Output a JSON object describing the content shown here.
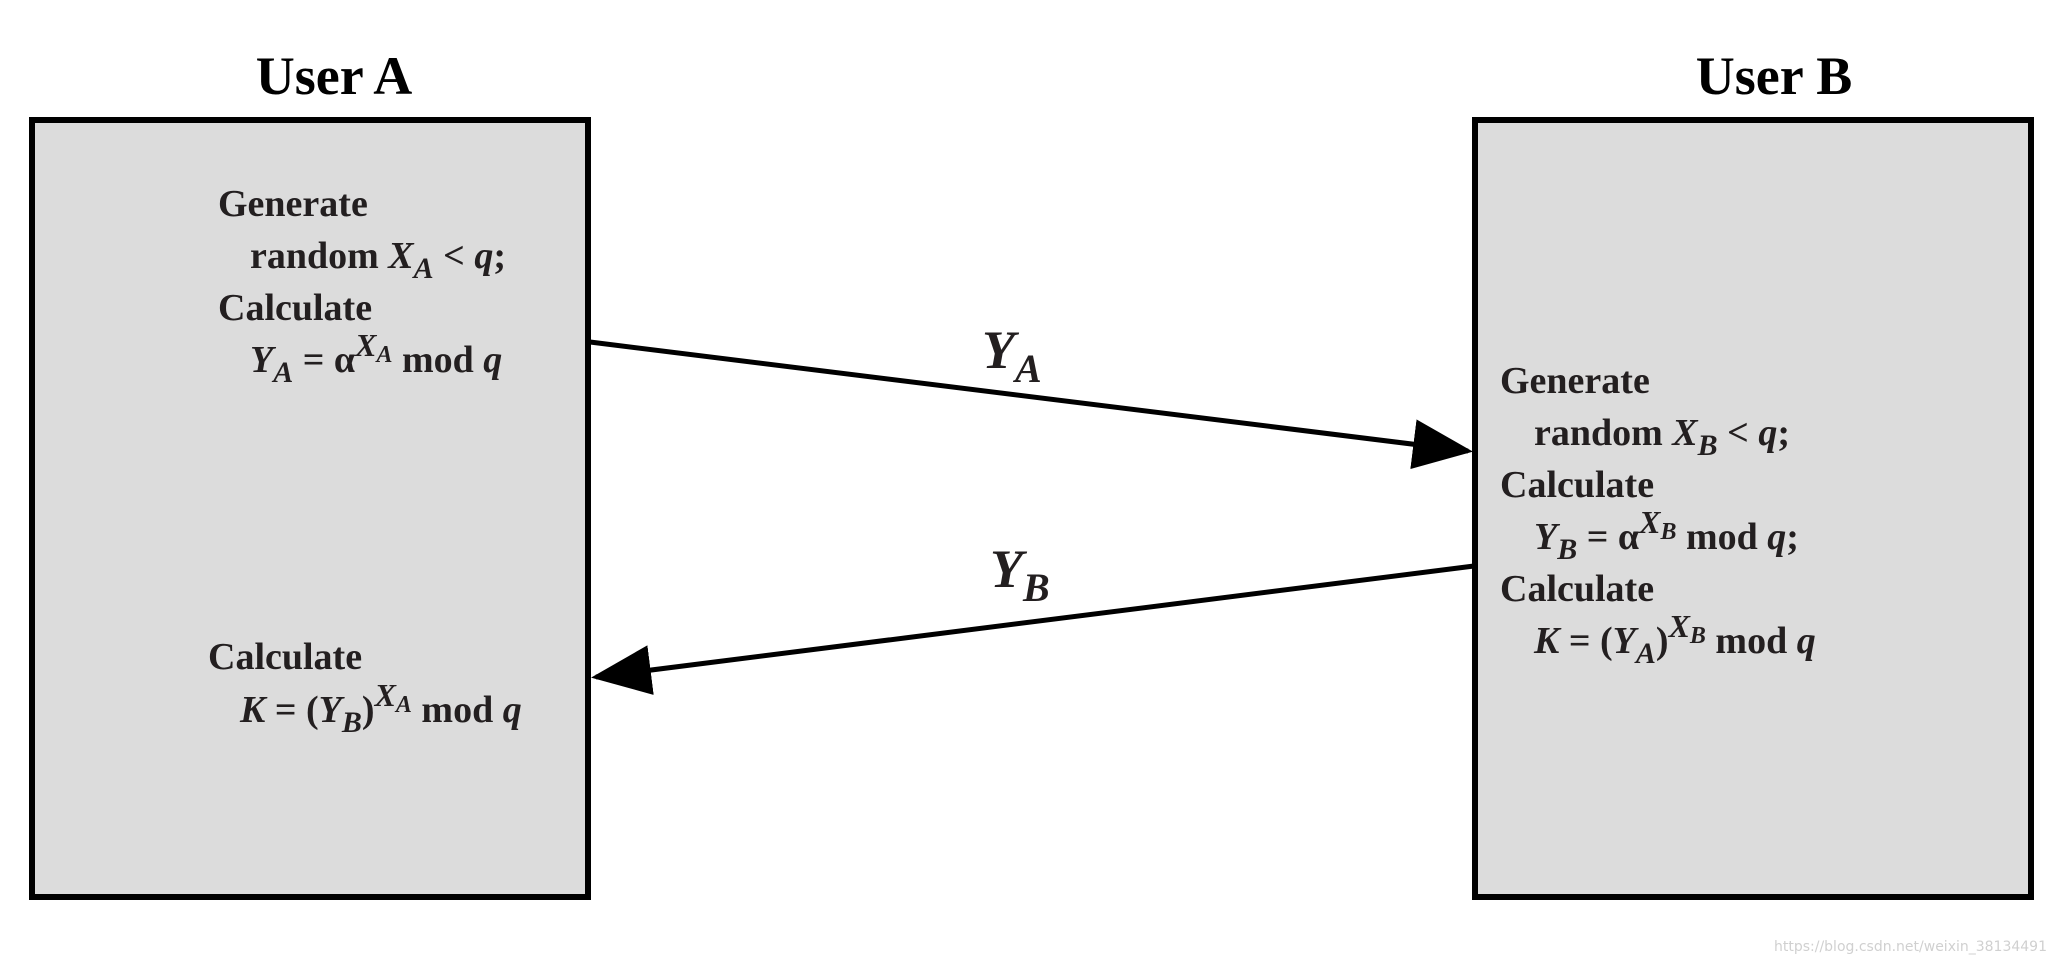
{
  "colors": {
    "box_fill": "#dcdcdc",
    "box_border": "#000000",
    "text": "#231f20",
    "arrow": "#000000"
  },
  "user_a": {
    "title": "User A",
    "line1": "Generate",
    "line2_text": "random ",
    "line2_var": "X",
    "line2_sub": "A",
    "line2_rel": " < ",
    "line2_q": "q",
    "line2_end": ";",
    "line3": "Calculate",
    "line4_var": "Y",
    "line4_sub": "A",
    "line4_eq": " = α",
    "line4_sup": "X",
    "line4_sup_sub": "A",
    "line4_mod": " mod ",
    "line4_q": "q",
    "line5": "Calculate",
    "line6_k": "K",
    "line6_eq": " = (",
    "line6_y": "Y",
    "line6_ysub": "B",
    "line6_close": ")",
    "line6_sup": "X",
    "line6_sup_sub": "A",
    "line6_mod": " mod ",
    "line6_q": "q"
  },
  "user_b": {
    "title": "User B",
    "line1": "Generate",
    "line2_text": "random ",
    "line2_var": "X",
    "line2_sub": "B",
    "line2_rel": " < ",
    "line2_q": "q",
    "line2_end": ";",
    "line3": "Calculate",
    "line4_var": "Y",
    "line4_sub": "B",
    "line4_eq": " = α",
    "line4_sup": "X",
    "line4_sup_sub": "B",
    "line4_mod": " mod ",
    "line4_q": "q",
    "line4_end": ";",
    "line5": "Calculate",
    "line6_k": "K",
    "line6_eq": " = (",
    "line6_y": "Y",
    "line6_ysub": "A",
    "line6_close": ")",
    "line6_sup": "X",
    "line6_sup_sub": "B",
    "line6_mod": " mod ",
    "line6_q": "q"
  },
  "arrows": {
    "a_to_b": {
      "var": "Y",
      "sub": "A"
    },
    "b_to_a": {
      "var": "Y",
      "sub": "B"
    }
  },
  "watermark": "https://blog.csdn.net/weixin_38134491"
}
